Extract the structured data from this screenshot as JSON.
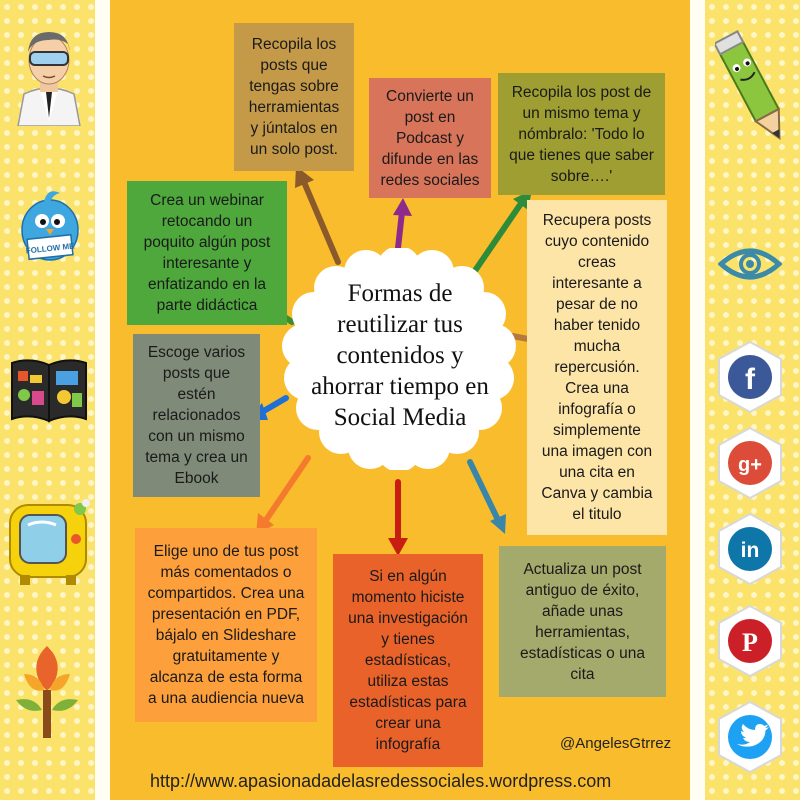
{
  "center_title": {
    "lines": [
      "Formas de",
      "reutilizar tus",
      "contenidos y",
      "ahorrar tiempo en",
      "Social Media"
    ]
  },
  "boxes": {
    "recopila": {
      "lines": [
        "Recopila los",
        "posts que",
        "tengas sobre",
        "herramientas",
        "y júntalos en",
        "un solo post."
      ],
      "color": "#c49a48"
    },
    "podcast": {
      "lines": [
        "Convierte un",
        "post en",
        "Podcast y",
        "difunde en las",
        "redes sociales"
      ],
      "color": "#d8745a"
    },
    "todo_lo": {
      "lines": [
        "Recopila los post de",
        "un mismo tema y",
        "nómbralo: 'Todo lo",
        "que tienes que saber",
        "sobre….'"
      ],
      "color": "#9e9e32"
    },
    "webinar": {
      "lines": [
        "Crea un webinar",
        "retocando un",
        "poquito algún post",
        "interesante y",
        "enfatizando en la",
        "parte didáctica"
      ],
      "color": "#4ea83c"
    },
    "recupera": {
      "lines": [
        "Recupera posts",
        "cuyo contenido",
        "creas",
        "interesante a",
        "pesar de no",
        "haber tenido",
        "mucha",
        "repercusión.",
        "Crea una",
        "infografía o",
        "simplemente",
        "una imagen con",
        "una cita en",
        "Canva y cambia",
        "el titulo"
      ],
      "color": "#fde5a8"
    },
    "ebook": {
      "lines": [
        "Escoge varios",
        "posts que",
        "estén",
        "relacionados",
        "con un mismo",
        "tema y crea un",
        "Ebook"
      ],
      "color": "#7f8a78"
    },
    "pdf": {
      "lines": [
        "Elige uno de tus post",
        "más comentados o",
        "compartidos. Crea una",
        "presentación en PDF,",
        "bájalo en Slideshare",
        "gratuitamente y",
        "alcanza de esta forma",
        "a una audiencia nueva"
      ],
      "color": "#fda03c"
    },
    "infografia": {
      "lines": [
        "Si en algún",
        "momento hiciste",
        "una investigación",
        "y tienes",
        "estadísticas,",
        "utiliza estas",
        "estadísticas para",
        "crear una",
        "infografía"
      ],
      "color": "#e8622a"
    },
    "actualiza": {
      "lines": [
        "Actualiza un post",
        "antiguo de éxito,",
        "añade unas",
        "herramientas,",
        "estadísticas o una",
        "cita"
      ],
      "color": "#a4aa6c"
    }
  },
  "icons_left": [
    "scientist-avatar-icon",
    "follow-me-bird-icon",
    "chalkboard-book-icon",
    "yellow-tv-icon",
    "autumn-tree-icon"
  ],
  "icons_right": [
    "pencil-character-icon",
    "eye-icon",
    "facebook-icon",
    "google-plus-icon",
    "linkedin-icon",
    "pinterest-icon",
    "twitter-icon"
  ],
  "social_glyphs": {
    "facebook": "f",
    "google_plus": "g+",
    "linkedin": "in",
    "pinterest": "P"
  },
  "follow_label": "FOLLOW ME",
  "handle": "@AngelesGtrrez",
  "url": "http://www.apasionadadelasredessociales.wordpress.com",
  "colors": {
    "main_bg": "#f9bc2c",
    "strip_bg": "#fbe36b"
  }
}
